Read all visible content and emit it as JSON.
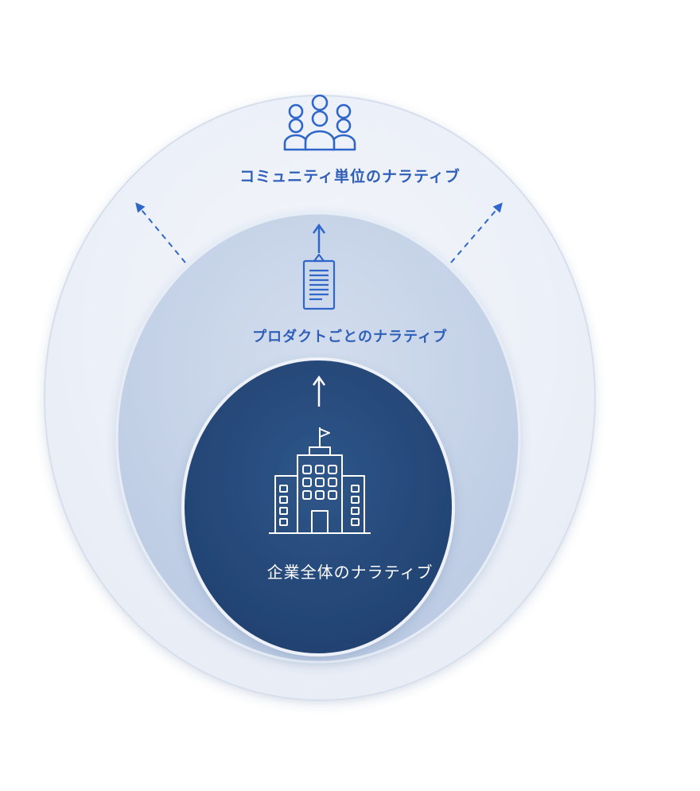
{
  "diagram": {
    "layers": [
      {
        "id": "outer",
        "label": "コミュニティ単位のナラティブ",
        "icon": "people-group-icon"
      },
      {
        "id": "middle",
        "label": "プロダクトごとのナラティブ",
        "icon": "clipboard-document-icon"
      },
      {
        "id": "inner",
        "label": "企業全体のナラティブ",
        "icon": "office-building-icon"
      }
    ]
  },
  "colors": {
    "outer_fill": "#eef2f9",
    "middle_fill": "#c9d6ea",
    "inner_fill": "#274a7c",
    "accent": "#2f5fb8",
    "arrow_dark": "#2b4f86"
  }
}
